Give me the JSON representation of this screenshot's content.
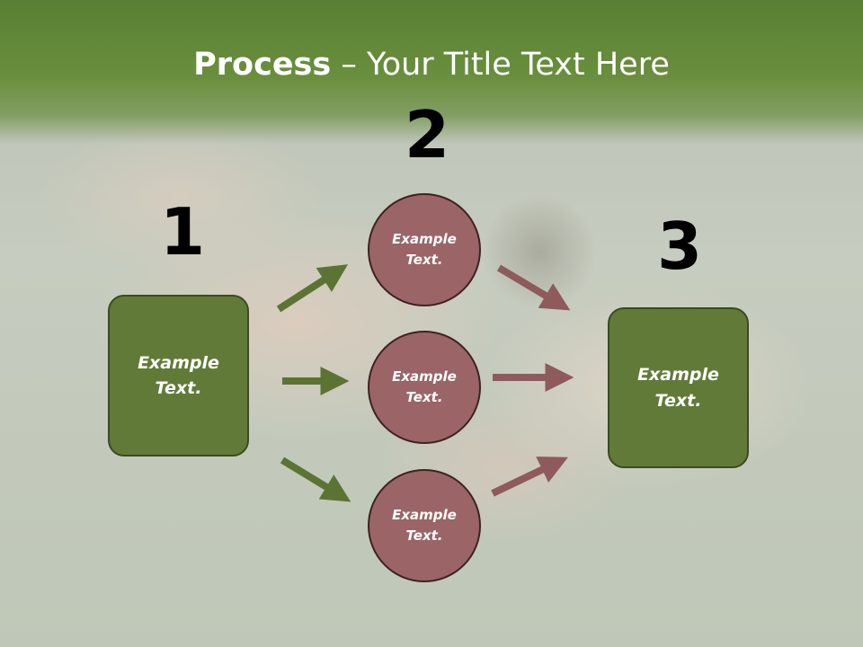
{
  "slide": {
    "title_bold": "Process",
    "title_rest": " – Your Title Text Here"
  },
  "steps": {
    "one": "1",
    "two": "2",
    "three": "3"
  },
  "nodes": {
    "left_box": {
      "line1": "Example",
      "line2": "Text."
    },
    "circle_top": {
      "line1": "Example",
      "line2": "Text."
    },
    "circle_mid": {
      "line1": "Example",
      "line2": "Text."
    },
    "circle_bottom": {
      "line1": "Example",
      "line2": "Text."
    },
    "right_box": {
      "line1": "Example",
      "line2": "Text."
    }
  },
  "colors": {
    "header_green": "#5f8636",
    "box_green": "#627a38",
    "circle_rose": "#9b6466",
    "arrow_green": "#5b7434",
    "arrow_rose": "#8e5a5b"
  }
}
